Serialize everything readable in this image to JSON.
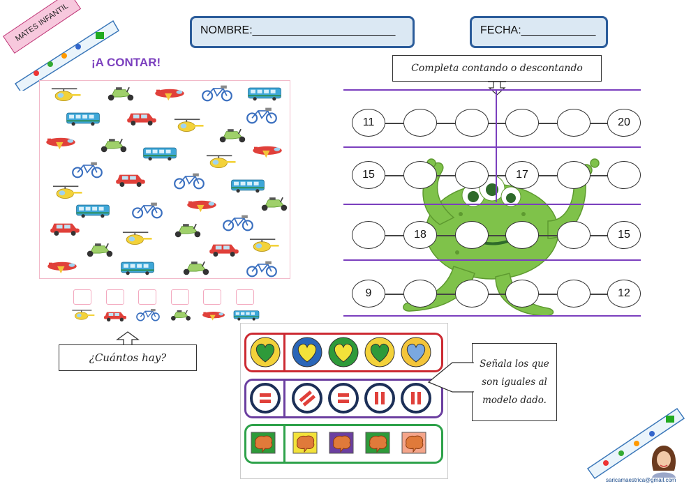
{
  "badge": {
    "label": "MATES INFANTIL"
  },
  "header": {
    "name_label": "NOMBRE:_______________________",
    "date_label": "FECHA:____________"
  },
  "count_section": {
    "title": "¡A CONTAR!",
    "question": "¿Cuántos hay?",
    "answer_boxes": [
      "",
      "",
      "",
      "",
      "",
      ""
    ],
    "legend_icons": [
      "helicopter-icon",
      "car-icon",
      "bicycle-icon",
      "scooter-icon",
      "airplane-icon",
      "bus-icon"
    ]
  },
  "number_section": {
    "instruction": "Completa contando o descontando",
    "rows": [
      {
        "cells": [
          "11",
          "",
          "",
          "",
          "",
          "20"
        ]
      },
      {
        "cells": [
          "15",
          "",
          "",
          "17",
          "",
          ""
        ]
      },
      {
        "cells": [
          "",
          "18",
          "",
          "",
          "",
          "15"
        ]
      },
      {
        "cells": [
          "9",
          "",
          "",
          "",
          "",
          "12"
        ]
      }
    ]
  },
  "match_section": {
    "instruction": "Señala los que son iguales al modelo dado.",
    "rows": [
      {
        "name": "hearts",
        "model": "green-heart",
        "options": [
          "yellow-heart",
          "yellow-heart-green-bg",
          "green-heart",
          "blue-heart"
        ]
      },
      {
        "name": "symbols",
        "model": "equals",
        "options": [
          "slashes",
          "equals",
          "pause",
          "pause"
        ]
      },
      {
        "name": "brains",
        "model": "green",
        "options": [
          "yellow",
          "purple",
          "green",
          "orange"
        ]
      }
    ]
  },
  "footer": {
    "email": "saricamaestrica@gmail.com"
  },
  "colors": {
    "header_border": "#2b5c9a",
    "header_fill": "#dbe8f3",
    "line_purple": "#7b3fbe",
    "title_purple": "#7b3fbe",
    "row1_border": "#cc2a32",
    "row2_border": "#6b3fa0",
    "row3_border": "#2ea24a",
    "monster_green": "#7fc24a",
    "badge_pink": "#f7c8dd"
  }
}
